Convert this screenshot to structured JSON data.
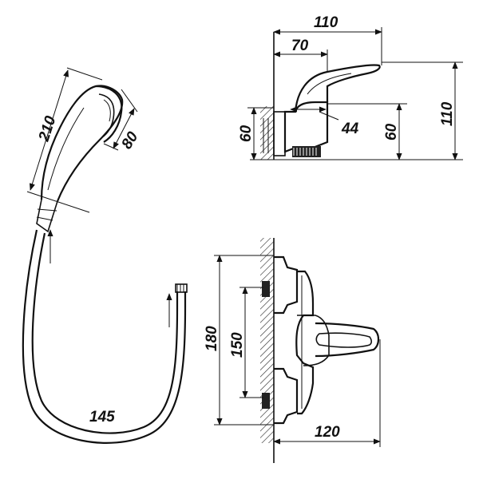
{
  "dimensions": {
    "handshower_length": "210",
    "handshower_head_width": "80",
    "hose_length": "145",
    "top_width": "110",
    "top_inner_width": "70",
    "top_height": "110",
    "top_left_height": "60",
    "top_right_height": "60",
    "top_nut_width": "44",
    "front_height": "180",
    "front_centers": "150",
    "front_depth": "120"
  },
  "colors": {
    "line": "#111111",
    "background": "#ffffff"
  }
}
